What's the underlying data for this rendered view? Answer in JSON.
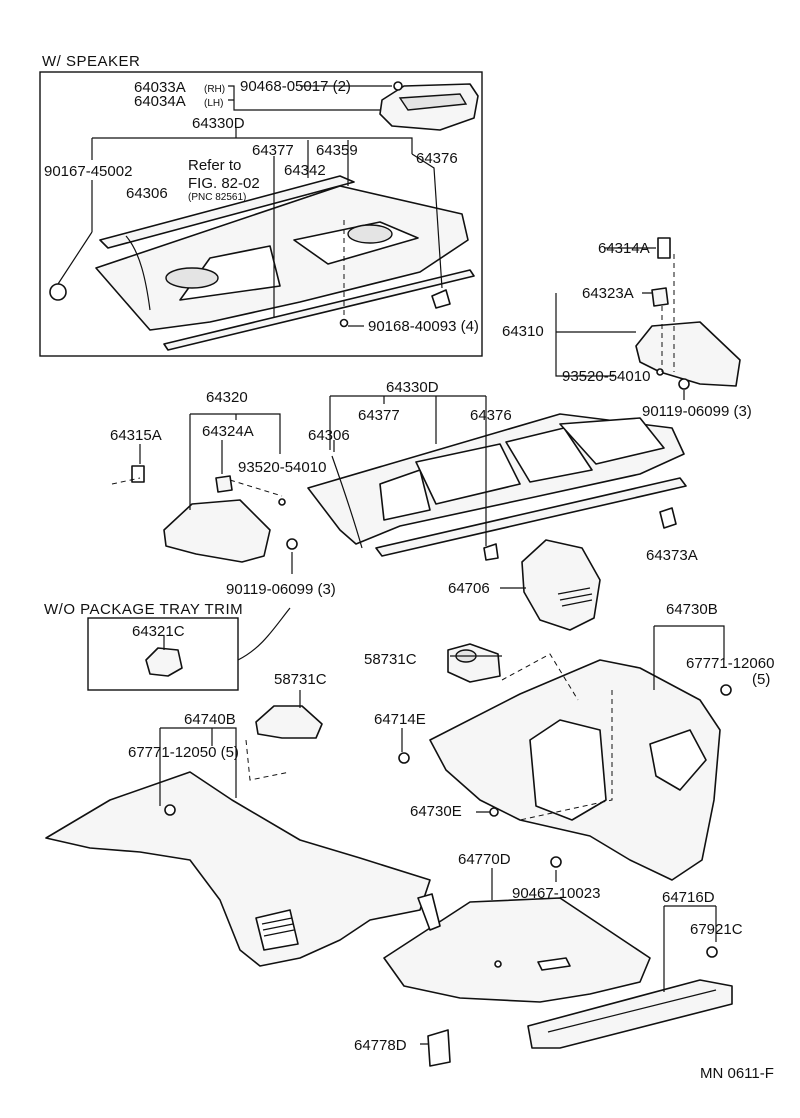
{
  "diagram": {
    "footer_code": "MN 0611-F",
    "boxes": {
      "speaker_box_title": "W/ SPEAKER",
      "tray_trim_box_title": "W/O PACKAGE  TRAY  TRIM"
    },
    "speaker_box": {
      "p64033a": "64033A",
      "p64033a_side": "(RH)",
      "p64034a": "64034A",
      "p64034a_side": "(LH)",
      "p90468": "90468-05017 (2)",
      "p64330d": "64330D",
      "p90167": "90167-45002",
      "p64306": "64306",
      "refer_line1": "Refer to",
      "refer_line2": "FIG. 82-02",
      "refer_line3": "(PNC 82561)",
      "p64377": "64377",
      "p64342": "64342",
      "p64359": "64359",
      "p64376": "64376",
      "p90168": "90168-40093 (4)"
    },
    "main": {
      "p64314a": "64314A",
      "p64323a": "64323A",
      "p64310": "64310",
      "p93520_right": "93520-54010",
      "p90119_right": "90119-06099 (3)",
      "p64320": "64320",
      "p64315a": "64315A",
      "p64324a": "64324A",
      "p93520_left": "93520-54010",
      "p90119_left": "90119-06099 (3)",
      "p64330d": "64330D",
      "p64306": "64306",
      "p64377": "64377",
      "p64376": "64376",
      "p64373a": "64373A",
      "p64706": "64706",
      "p64321c": "64321C",
      "p64730b": "64730B",
      "p67771_right": "67771-12060",
      "p67771_right_qty": "(5)",
      "p58731c_a": "58731C",
      "p58731c_b": "58731C",
      "p64740b": "64740B",
      "p67771_left": "67771-12050 (5)",
      "p64714e": "64714E",
      "p64730e": "64730E",
      "p90467": "90467-10023",
      "p64770d": "64770D",
      "p64716d": "64716D",
      "p67921c": "67921C",
      "p64778d": "64778D"
    }
  }
}
